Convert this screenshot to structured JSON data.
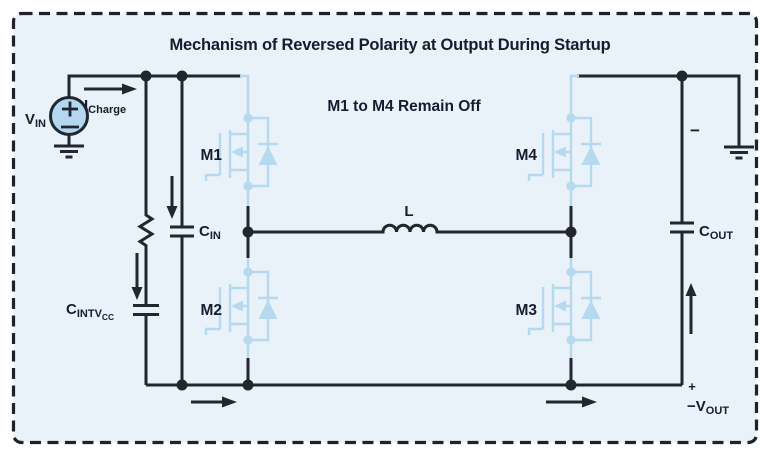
{
  "title": "Mechanism of Reversed Polarity at Output During Startup",
  "note": "M1 to M4 Remain Off",
  "components": {
    "vin": {
      "main": "V",
      "sub": "IN"
    },
    "icharge": {
      "main": "I",
      "sub": "Charge"
    },
    "m1": "M1",
    "m2": "M2",
    "m3": "M3",
    "m4": "M4",
    "cin": {
      "main": "C",
      "sub": "IN"
    },
    "cintvcc": {
      "main": "C",
      "sub": "INTV",
      "subsub": "CC"
    },
    "cout": {
      "main": "C",
      "sub": "OUT"
    },
    "inductor": "L",
    "output": {
      "plus": "+",
      "minus_main": "−V",
      "minus_sub": "OUT"
    },
    "cout_negative": "−"
  },
  "colors": {
    "canvas": "#e9f1f9",
    "border": "#1d222b",
    "wire": "#212631",
    "component_blue": "#b5d9ef",
    "source_fill": "#b3d7ef",
    "text": "#171c2e"
  }
}
